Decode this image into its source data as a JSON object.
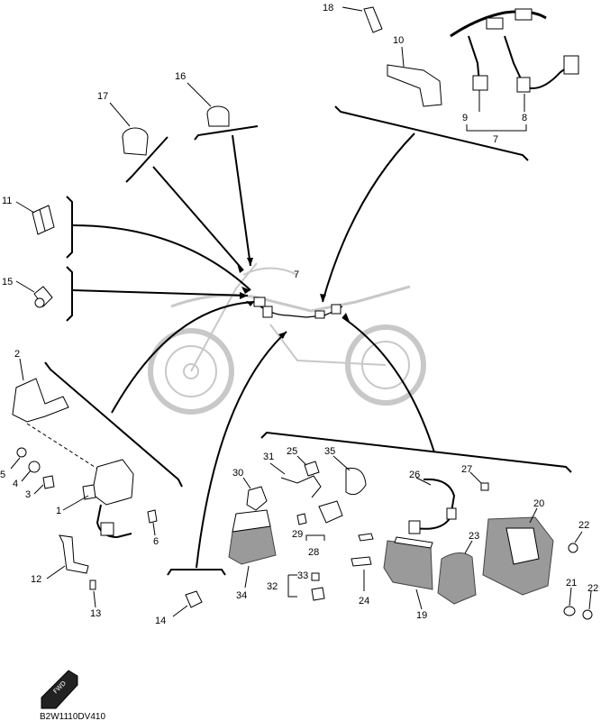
{
  "callouts": {
    "c1": "1",
    "c2": "2",
    "c3": "3",
    "c4": "4",
    "c5": "5",
    "c6": "6",
    "c7a": "7",
    "c7b": "7",
    "c8": "8",
    "c9": "9",
    "c10": "10",
    "c11": "11",
    "c12": "12",
    "c13": "13",
    "c14": "14",
    "c15": "15",
    "c16": "16",
    "c17": "17",
    "c18": "18",
    "c19": "19",
    "c20": "20",
    "c21": "21",
    "c22a": "22",
    "c22b": "22",
    "c23": "23",
    "c24": "24",
    "c25": "25",
    "c26": "26",
    "c27": "27",
    "c28": "28",
    "c29": "29",
    "c30": "30",
    "c31": "31",
    "c32": "32",
    "c33": "33",
    "c34": "34",
    "c35": "35"
  },
  "diagram_code": "B2W1110DV410"
}
